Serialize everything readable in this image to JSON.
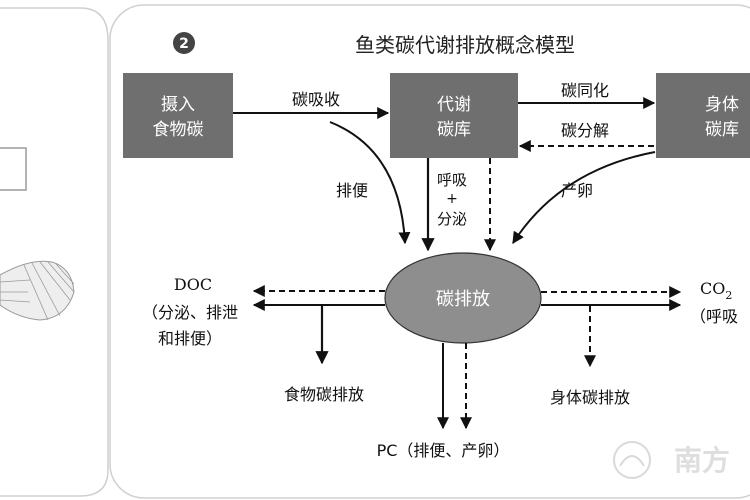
{
  "panel": {
    "number": "2",
    "title": "鱼类碳代谢排放概念模型"
  },
  "left_panel_box_text": "",
  "boxes": {
    "ingest": [
      "摄入",
      "食物碳"
    ],
    "metabolic": [
      "代谢",
      "碳库"
    ],
    "body": [
      "身体",
      "碳库"
    ]
  },
  "center": {
    "label": "碳排放"
  },
  "arrow_labels": {
    "absorb": "碳吸收",
    "assimilate": "碳同化",
    "decompose": "碳分解",
    "defecate": "排便",
    "respire": "呼吸",
    "plus": "+",
    "secrete": "分泌",
    "spawn": "产卵"
  },
  "outputs": {
    "doc_title": "DOC",
    "doc_line1": "（分泌、排泄",
    "doc_line2": "和排便）",
    "co2_title": "CO",
    "co2_sub": "2",
    "co2_line1": "（呼吸",
    "food": "食物碳排放",
    "bodyrel": "身体碳排放",
    "pc": "PC（排便、产卵）"
  },
  "watermark": "南方",
  "colors": {
    "box_fill": "#6f6f6f",
    "ellipse_fill": "#8e8e8e",
    "line": "#111111",
    "panel_border": "#d0d0d0"
  }
}
